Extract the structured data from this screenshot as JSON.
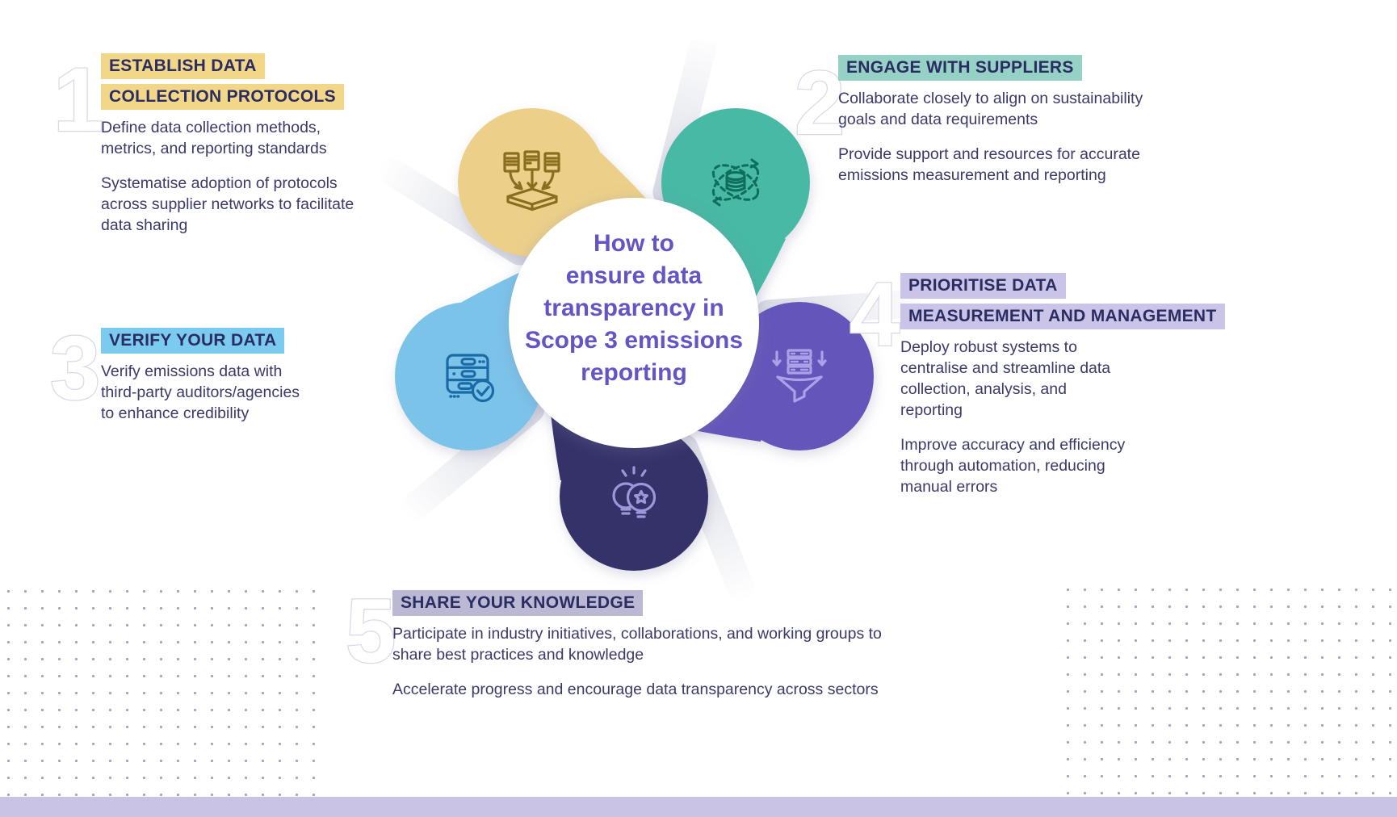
{
  "title": {
    "text": "How to\nensure data\ntransparency in\nScope 3 emissions\nreporting",
    "color": "#6355c4"
  },
  "sections": [
    {
      "number": "1",
      "heading_lines": [
        "ESTABLISH DATA",
        "COLLECTION PROTOCOLS"
      ],
      "highlight_color": "#f3d788",
      "petal_color": "#ecd089",
      "icon_color": "#8a6d1e",
      "icon": "documents-collection-icon",
      "paragraphs": [
        "Define data collection methods,\nmetrics, and reporting standards",
        "Systematise adoption of protocols\nacross supplier networks to facilitate\ndata sharing"
      ]
    },
    {
      "number": "2",
      "heading_lines": [
        "ENGAGE WITH SUPPLIERS"
      ],
      "highlight_color": "#96d1c5",
      "petal_color": "#47b9a4",
      "icon_color": "#0e6e5c",
      "icon": "data-exchange-icon",
      "paragraphs": [
        "Collaborate closely to align on sustainability\ngoals and data requirements",
        "Provide support and resources for accurate\nemissions measurement and reporting"
      ]
    },
    {
      "number": "3",
      "heading_lines": [
        "VERIFY YOUR DATA"
      ],
      "highlight_color": "#7bcaf0",
      "petal_color": "#7cc3ea",
      "icon_color": "#1a6ba5",
      "icon": "server-verified-icon",
      "paragraphs": [
        "Verify emissions data with\nthird-party auditors/agencies\nto enhance credibility"
      ]
    },
    {
      "number": "4",
      "heading_lines": [
        "PRIORITISE DATA",
        "MEASUREMENT AND MANAGEMENT"
      ],
      "highlight_color": "#cac4e8",
      "petal_color": "#6355ba",
      "icon_color": "#aba1e8",
      "icon": "data-funnel-icon",
      "paragraphs": [
        "Deploy robust systems to\ncentralise and streamline data\ncollection, analysis, and\nreporting",
        "Improve accuracy and efficiency\nthrough automation, reducing\nmanual errors"
      ]
    },
    {
      "number": "5",
      "heading_lines": [
        "SHARE YOUR KNOWLEDGE"
      ],
      "highlight_color": "#bab8d2",
      "petal_color": "#34316b",
      "icon_color": "#9a98d8",
      "icon": "idea-lightbulb-icon",
      "paragraphs": [
        "Participate in industry initiatives, collaborations, and working groups to\nshare best practices and knowledge",
        "Accelerate progress and encourage data transparency across sectors"
      ]
    }
  ],
  "colors": {
    "background": "#ffffff",
    "heading_text": "#2a2c62",
    "body_text": "#3a3a68",
    "number_outline": "#d8d9e6",
    "dots": "#a6a3c3",
    "footer_bar": "#c9c3e6"
  }
}
